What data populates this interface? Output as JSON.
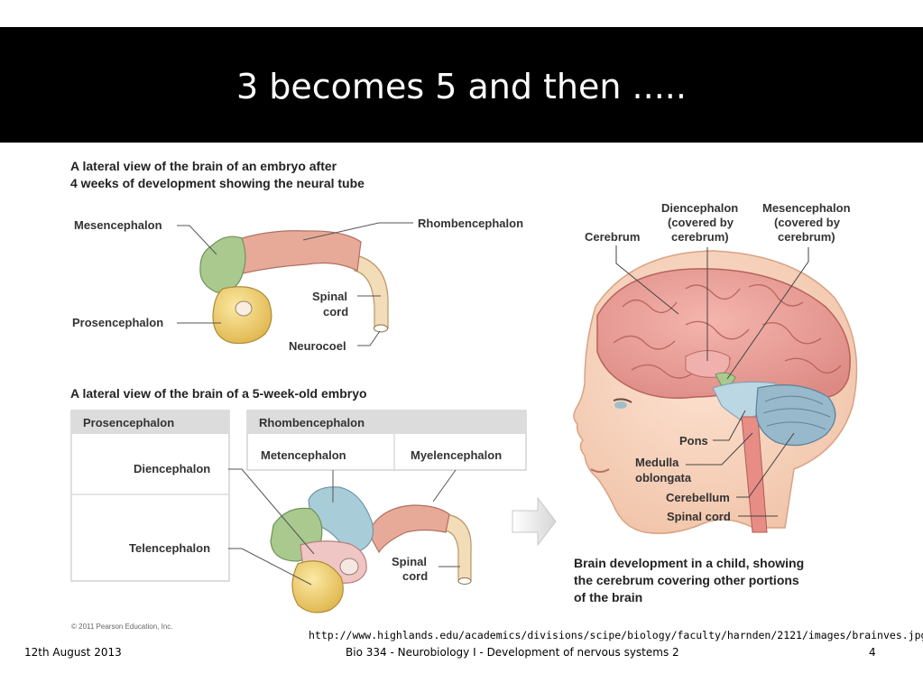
{
  "slide": {
    "title": "3 becomes 5 and then .....",
    "source_url": "http://www.highlands.edu/academics/divisions/scipe/biology/faculty/harnden/2121/images/brainves.jpg",
    "footer": {
      "date": "12th August 2013",
      "course": "Bio 334 - Neurobiology I - Development of nervous systems 2",
      "page": "4"
    }
  },
  "figure": {
    "panel1": {
      "caption_line1": "A lateral view of the brain of an embryo after",
      "caption_line2": "4 weeks of development showing the neural tube",
      "labels": {
        "mesencephalon": "Mesencephalon",
        "rhombencephalon": "Rhombencephalon",
        "spinal_line1": "Spinal",
        "spinal_line2": "cord",
        "prosencephalon": "Prosencephalon",
        "neurocoel": "Neurocoel"
      }
    },
    "panel2": {
      "caption": "A lateral view of the brain of a 5-week-old embryo",
      "table": {
        "prosencephalon": "Prosencephalon",
        "rhombencephalon": "Rhombencephalon",
        "diencephalon": "Diencephalon",
        "telencephalon": "Telencephalon",
        "metencephalon": "Metencephalon",
        "myelencephalon": "Myelencephalon"
      },
      "labels": {
        "spinal_line1": "Spinal",
        "spinal_line2": "cord"
      },
      "copyright": "© 2011 Pearson Education, Inc."
    },
    "panel3": {
      "labels": {
        "cerebrum": "Cerebrum",
        "dien_line1": "Diencephalon",
        "dien_line2": "(covered by",
        "dien_line3": "cerebrum)",
        "mes_line1": "Mesencephalon",
        "mes_line2": "(covered by",
        "mes_line3": "cerebrum)",
        "pons": "Pons",
        "medulla_line1": "Medulla",
        "medulla_line2": "oblongata",
        "cerebellum": "Cerebellum",
        "spinal_cord": "Spinal cord"
      },
      "caption_line1": "Brain development in a child, showing",
      "caption_line2": "the cerebrum covering other portions",
      "caption_line3": "of the brain"
    }
  },
  "colors": {
    "prosencephalon": "#f2d377",
    "mesencephalon": "#a9c98f",
    "rhombencephalon": "#e8aa98",
    "spinal_cord": "#f3dcb8",
    "metencephalon": "#a9cdd8",
    "telencephalon_light": "#f0c6c4",
    "cerebrum": "#eca39c",
    "cerebellum": "#98b9cc"
  }
}
